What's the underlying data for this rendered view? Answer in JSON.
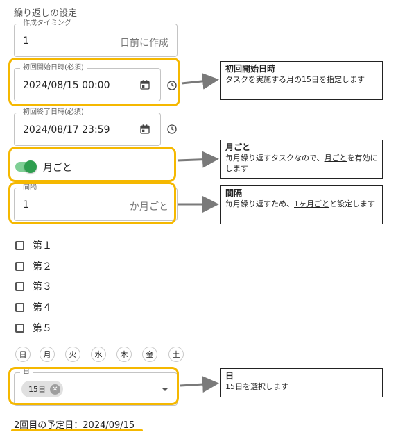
{
  "section_title": "繰り返しの設定",
  "creation_timing": {
    "label": "作成タイミング",
    "value": "1",
    "suffix": "日前に作成"
  },
  "start_datetime": {
    "label": "初回開始日時(必須)",
    "value": "2024/08/15 00:00"
  },
  "end_datetime": {
    "label": "初回終了日時(必須)",
    "value": "2024/08/17 23:59"
  },
  "monthly_toggle": {
    "label": "月ごと",
    "checked": true
  },
  "interval": {
    "label": "間隔",
    "value": "1",
    "suffix": "か月ごと"
  },
  "week_checkboxes": [
    "第１",
    "第２",
    "第３",
    "第４",
    "第５"
  ],
  "weekdays": [
    "日",
    "月",
    "火",
    "水",
    "木",
    "金",
    "土"
  ],
  "day_select": {
    "label": "日",
    "chip": "15日"
  },
  "next_scheduled": "2回目の予定日：2024/09/15",
  "callouts": {
    "start": {
      "title": "初回開始日時",
      "body": "タスクを実施する月の15日を指定します"
    },
    "monthly": {
      "title": "月ごと",
      "body_pre": "毎月繰り返すタスクなので、",
      "body_u": "月ごと",
      "body_post": "を有効にします"
    },
    "interval": {
      "title": "間隔",
      "body_pre": "毎月繰り返すため、",
      "body_u": "1ヶ月ごと",
      "body_post": "と設定します"
    },
    "day": {
      "title": "日",
      "body_u": "15日",
      "body_post": "を選択します"
    }
  },
  "colors": {
    "highlight": "#f5b800",
    "toggle": "#2e9e4f",
    "arrow": "#7a7a7a"
  }
}
